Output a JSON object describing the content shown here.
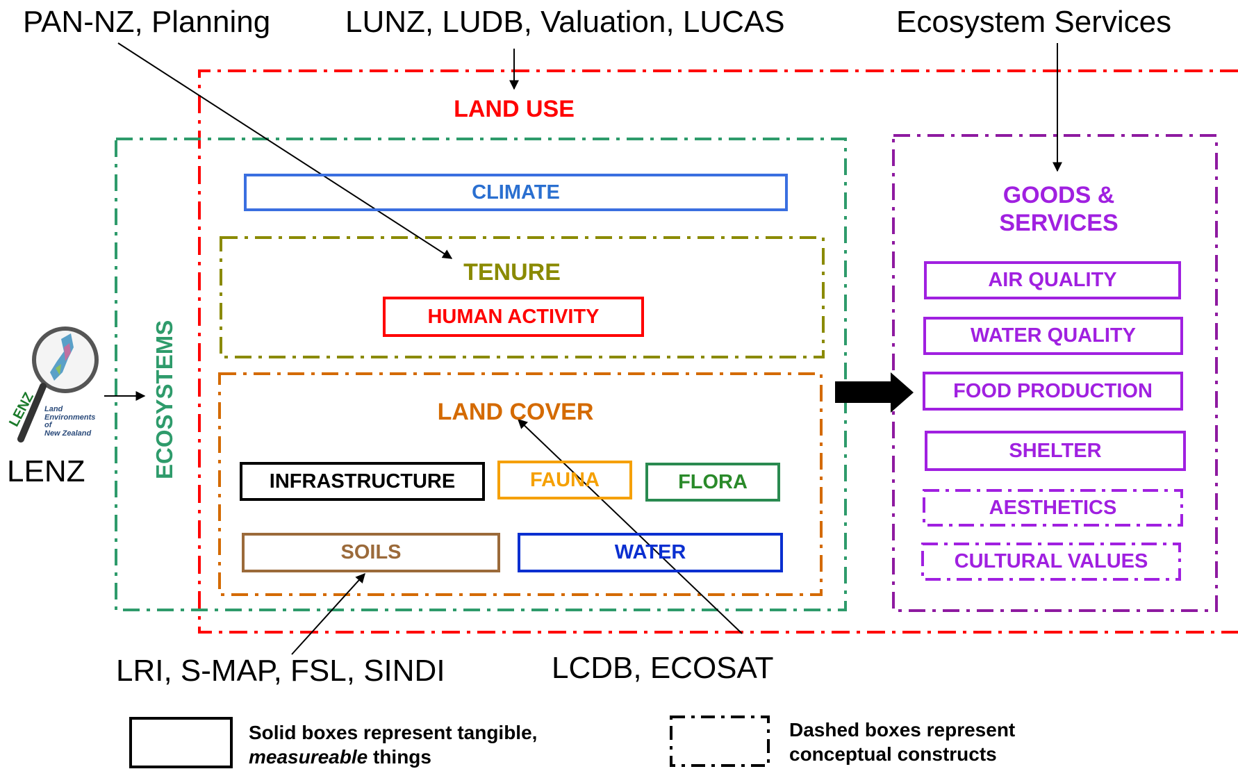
{
  "sources": {
    "pan_nz": "PAN-NZ, Planning",
    "lunz": "LUNZ, LUDB, Valuation, LUCAS",
    "ecosystem_services": "Ecosystem Services",
    "lri": "LRI, S-MAP, FSL, SINDI",
    "lcdb": "LCDB, ECOSAT",
    "lenz": "LENZ"
  },
  "frames": {
    "land_use": "LAND USE",
    "ecosystems": "ECOSYSTEMS",
    "tenure": "TENURE",
    "land_cover": "LAND COVER",
    "goods_services_line1": "GOODS &",
    "goods_services_line2": "SERVICES"
  },
  "boxes": {
    "climate": "CLIMATE",
    "human_activity": "HUMAN ACTIVITY",
    "infrastructure": "INFRASTRUCTURE",
    "fauna": "FAUNA",
    "flora": "FLORA",
    "soils": "SOILS",
    "water": "WATER",
    "air_quality": "AIR QUALITY",
    "water_quality": "WATER QUALITY",
    "food_production": "FOOD PRODUCTION",
    "shelter": "SHELTER",
    "aesthetics": "AESTHETICS",
    "cultural_values": "CULTURAL VALUES"
  },
  "logo": {
    "lines": [
      "Land",
      "Environments",
      "of",
      "New Zealand"
    ],
    "mark": "LENZ"
  },
  "legend": {
    "solid_line1": "Solid boxes represent tangible,",
    "solid_line2_italic": "measureable",
    "solid_line2_rest": " things",
    "dashed_line1": "Dashed boxes represent",
    "dashed_line2": "conceptual constructs"
  },
  "colors": {
    "land_use": "#ff0000",
    "ecosystems": "#2e9b6b",
    "tenure": "#8a8a00",
    "land_cover": "#d46a00",
    "goods": "#8e1aa0",
    "goods_item": "#a020e0",
    "climate": "#3a6fe0",
    "water": "#0a2fd0",
    "fauna": "#f5a000",
    "flora": "#2a8a2a",
    "soils": "#9b6a3a",
    "human_activity": "#ff0000"
  }
}
